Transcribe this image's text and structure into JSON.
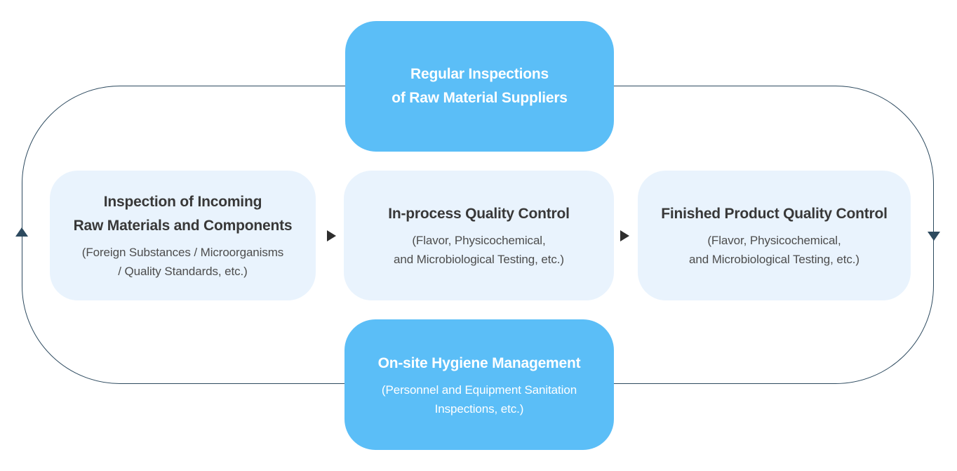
{
  "diagram": {
    "colors": {
      "accent_blue": "#5bbef7",
      "pale_blue": "#e9f3fd",
      "loop_line": "#2d4a5f",
      "title_text": "#383838",
      "subtitle_text": "#4d4d4d",
      "flow_arrow": "#2e2e2e",
      "blue_box_text": "#ffffff"
    },
    "top_box": {
      "title_line1": "Regular Inspections",
      "title_line2": "of Raw Material Suppliers"
    },
    "flow_boxes": [
      {
        "title_line1": "Inspection of Incoming",
        "title_line2": "Raw Materials and Components",
        "subtitle_line1": "(Foreign Substances / Microorganisms",
        "subtitle_line2": "/ Quality Standards, etc.)"
      },
      {
        "title_line1": "In-process Quality Control",
        "subtitle_line1": "(Flavor, Physicochemical,",
        "subtitle_line2": "and Microbiological Testing, etc.)"
      },
      {
        "title_line1": "Finished Product Quality Control",
        "subtitle_line1": "(Flavor, Physicochemical,",
        "subtitle_line2": "and Microbiological Testing, etc.)"
      }
    ],
    "bottom_box": {
      "title_line1": "On-site Hygiene Management",
      "subtitle_line1": "(Personnel and Equipment Sanitation",
      "subtitle_line2": "Inspections, etc.)"
    }
  }
}
